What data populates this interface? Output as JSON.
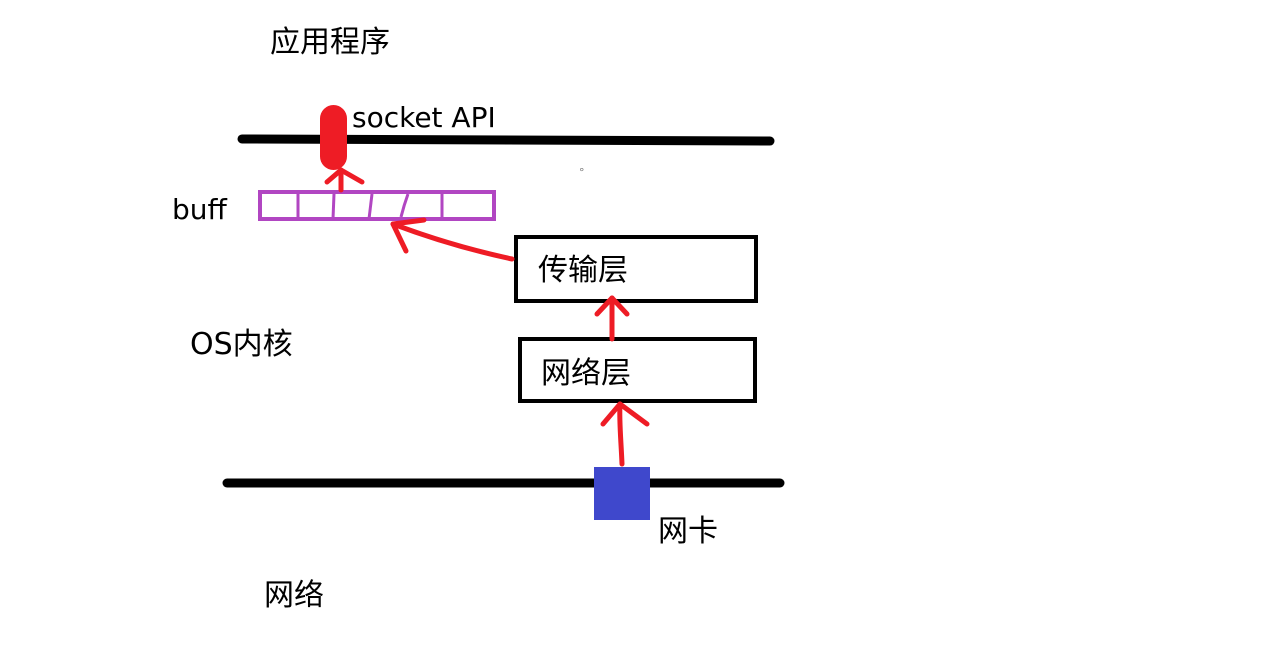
{
  "labels": {
    "application": "应用程序",
    "socket_api": "socket API",
    "buff": "buff",
    "os_kernel": "OS内核",
    "transport_layer": "传输层",
    "network_layer": "网络层",
    "nic": "网卡",
    "network": "网络"
  },
  "colors": {
    "line": "#000000",
    "arrow": "#ee1c25",
    "buffer": "#b146c2",
    "nic": "#3f48cc",
    "socket": "#ee1c25"
  },
  "buffer_cells": 6
}
